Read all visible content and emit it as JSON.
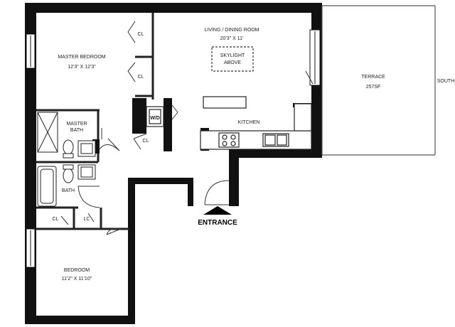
{
  "rooms": {
    "master_bedroom": {
      "name": "MASTER BEDROOM",
      "dims": "12'3\" X 12'3\""
    },
    "living_dining": {
      "name": "LIVING / DINING ROOM",
      "dims": "20'3\" X 11'"
    },
    "skylight": {
      "line1": "SKYLIGHT",
      "line2": "ABOVE"
    },
    "terrace": {
      "name": "TERRACE",
      "area": "257SF"
    },
    "kitchen": {
      "name": "KITCHEN"
    },
    "master_bath": {
      "line1": "MASTER",
      "line2": "BATH"
    },
    "bath": {
      "name": "BATH"
    },
    "bedroom": {
      "name": "BEDROOM",
      "dims": "11'2\" X 11'10\""
    }
  },
  "closets": {
    "cl_label": "CL",
    "lc_label": "LC",
    "wd_label": "W/D"
  },
  "labels": {
    "entrance": "ENTRANCE",
    "south": "SOUTH"
  },
  "colors": {
    "wall": "#111111",
    "line": "#333333"
  }
}
